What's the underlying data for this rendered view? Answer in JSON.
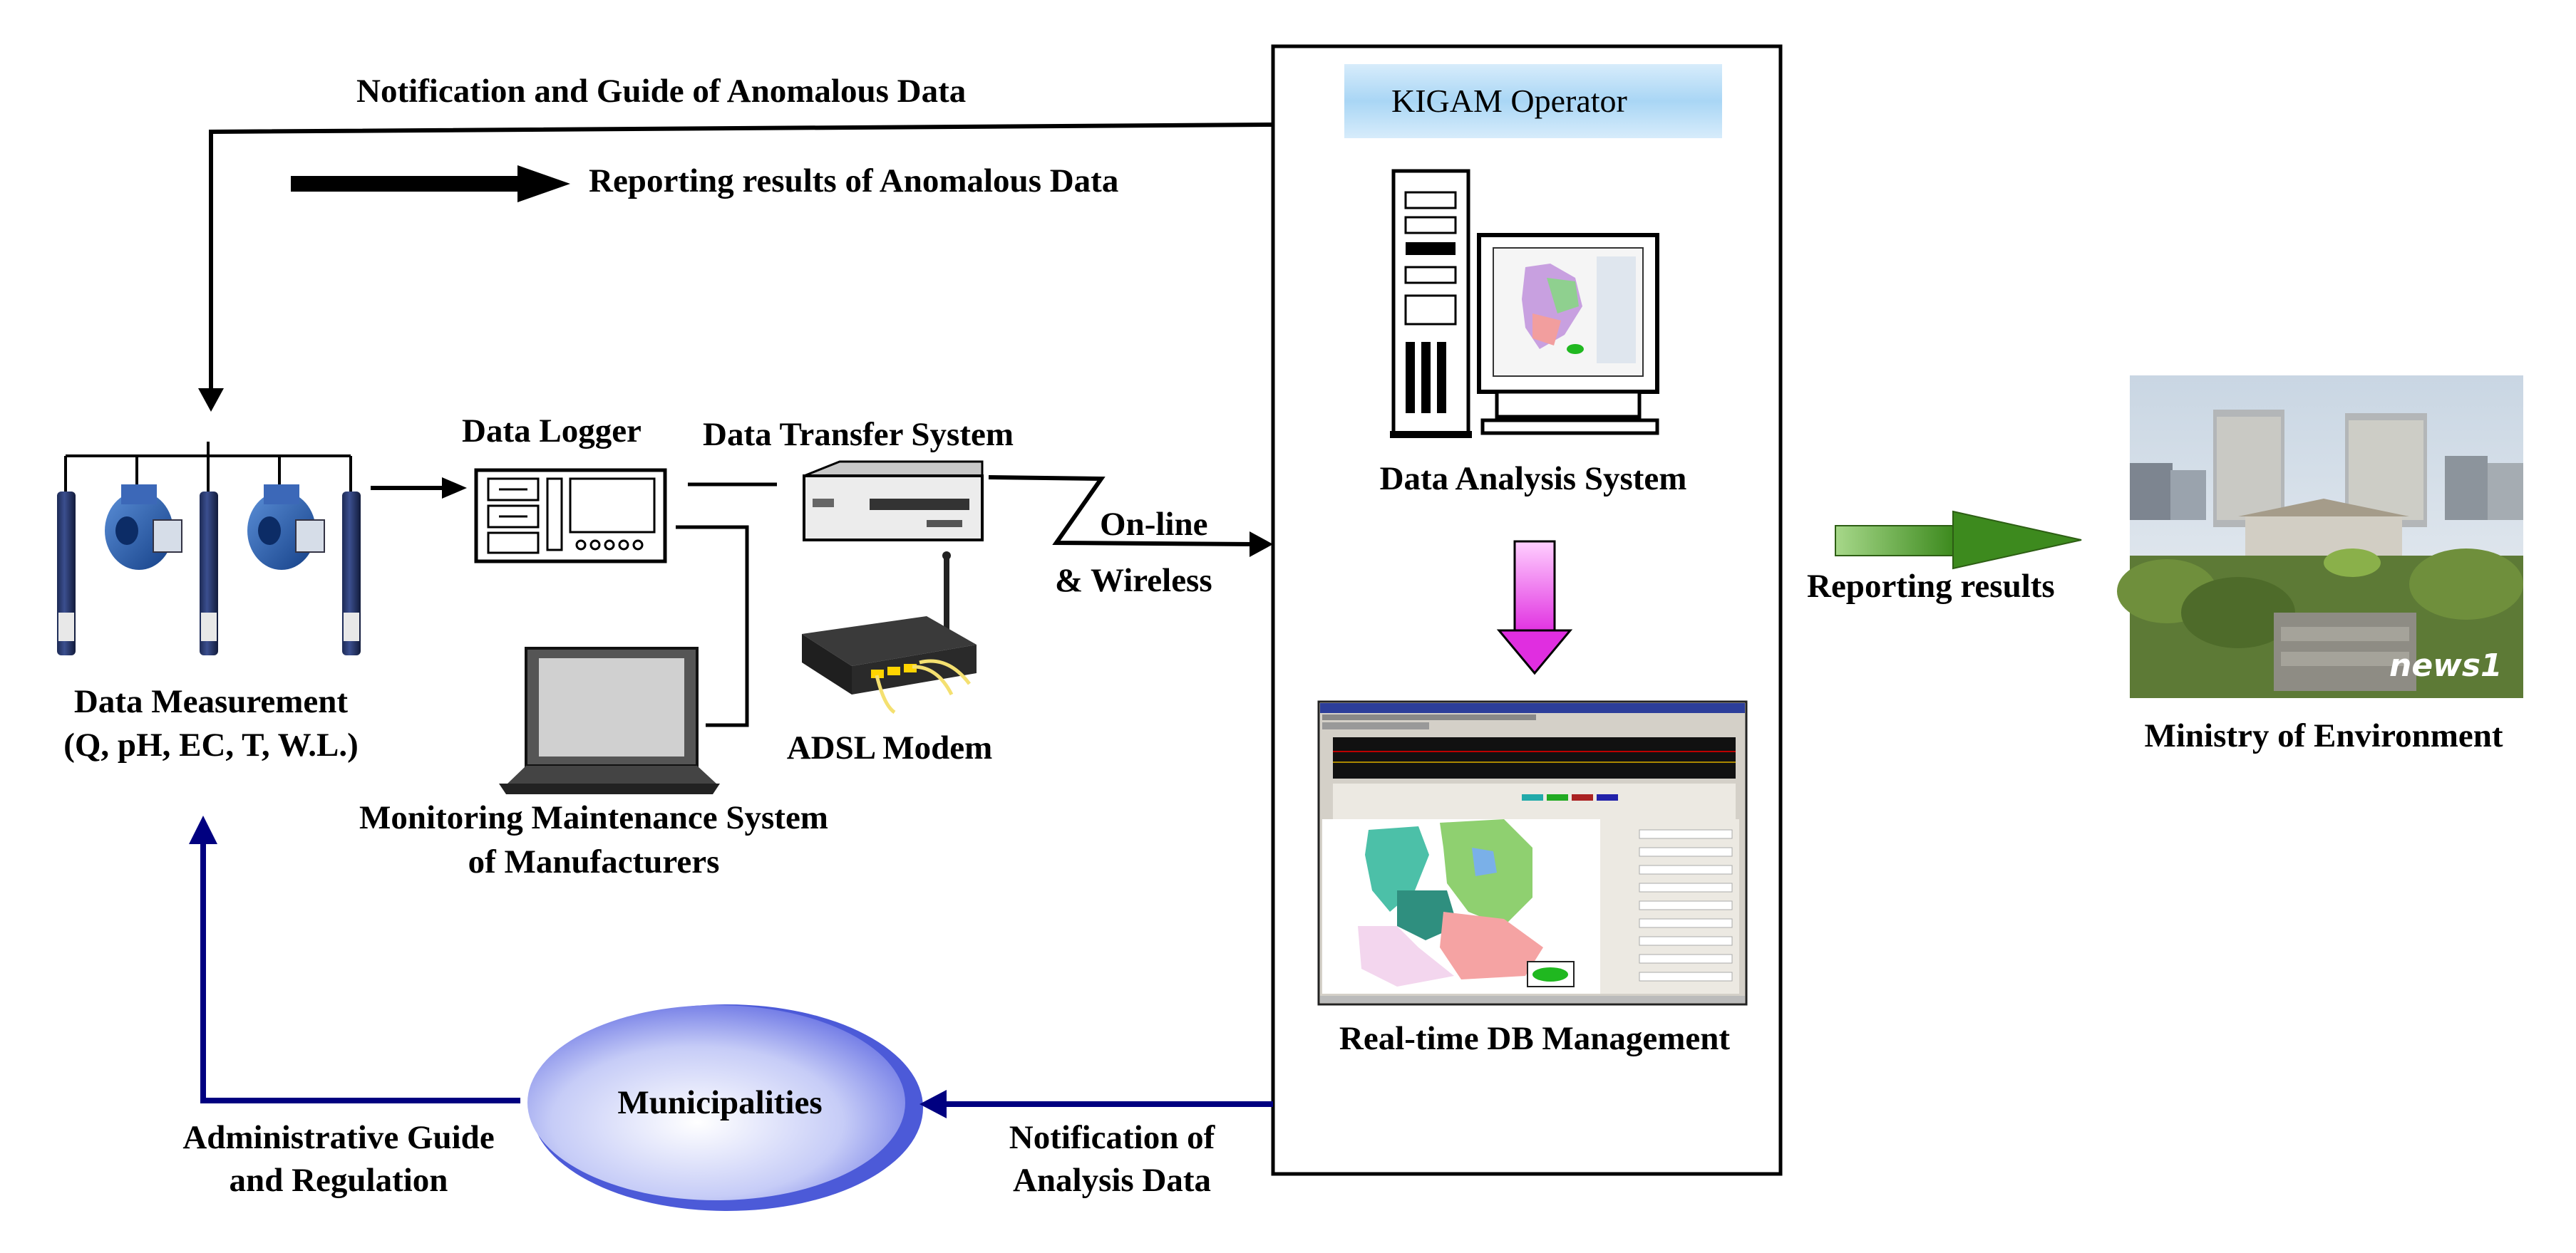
{
  "labels": {
    "notification_guide": "Notification and Guide of Anomalous Data",
    "reporting_anomalous": "Reporting results of Anomalous Data",
    "kigam_operator": "KIGAM Operator",
    "data_analysis_system": "Data Analysis System",
    "realtime_db": "Real-time DB Management",
    "data_logger": "Data Logger",
    "data_transfer_system": "Data Transfer System",
    "online": "On-line",
    "wireless": "& Wireless",
    "adsl_modem": "ADSL Modem",
    "monitoring_line1": "Monitoring Maintenance System",
    "monitoring_line2": "of Manufacturers",
    "data_measurement_line1": "Data Measurement",
    "data_measurement_line2": "(Q, pH, EC, T, W.L.)",
    "reporting_results": "Reporting results",
    "ministry": "Ministry of Environment",
    "municipalities": "Municipalities",
    "admin_line1": "Administrative Guide",
    "admin_line2": "and Regulation",
    "notification_line1": "Notification of",
    "notification_line2": "Analysis Data",
    "news_logo": "news1"
  },
  "colors": {
    "navy_arrow": "#000080",
    "green_arrow": "#4f9a2a",
    "magenta_arrow": "#e040e0",
    "kigam_band": "#a9d6f5",
    "municipal_ellipse": "#6a78e8"
  }
}
